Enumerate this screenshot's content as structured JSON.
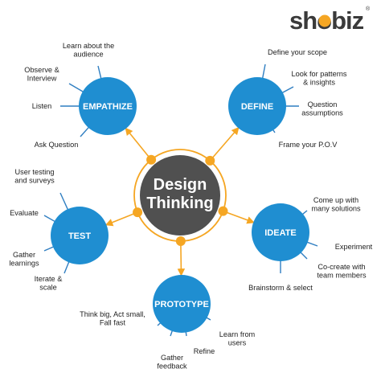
{
  "colors": {
    "node_blue": "#1f8ed1",
    "center_dark": "#505050",
    "connector_orange": "#f5a623",
    "spoke_line": "#2f7ec1",
    "text": "#1e1e1e"
  },
  "logo": {
    "text": "shobiz",
    "registered": "®"
  },
  "center": {
    "line1": "Design",
    "line2": "Thinking"
  },
  "nodes": {
    "empathize": {
      "label": "EMPATHIZE",
      "items": [
        [
          "Learn about the",
          "audience"
        ],
        [
          "Observe &",
          "Interview"
        ],
        [
          "Listen"
        ],
        [
          "Ask Question"
        ]
      ]
    },
    "define": {
      "label": "DEFINE",
      "items": [
        [
          "Define your scope"
        ],
        [
          "Look for patterns",
          "& insights"
        ],
        [
          "Question",
          "assumptions"
        ],
        [
          "Frame your P.O.V"
        ]
      ]
    },
    "test": {
      "label": "TEST",
      "items": [
        [
          "User testing",
          "and surveys"
        ],
        [
          "Evaluate"
        ],
        [
          "Gather",
          "learnings"
        ],
        [
          "Iterate &",
          "scale"
        ]
      ]
    },
    "ideate": {
      "label": "IDEATE",
      "items": [
        [
          "Come up with",
          "many solutions"
        ],
        [
          "Experiment"
        ],
        [
          "Co-create with",
          "team members"
        ],
        [
          "Brainstorm & select"
        ]
      ]
    },
    "prototype": {
      "label": "PROTOTYPE",
      "items": [
        [
          "Think big, Act small,",
          "Fall fast"
        ],
        [
          "Gather",
          "feedback"
        ],
        [
          "Refine"
        ],
        [
          "Learn from",
          "users"
        ]
      ]
    }
  }
}
